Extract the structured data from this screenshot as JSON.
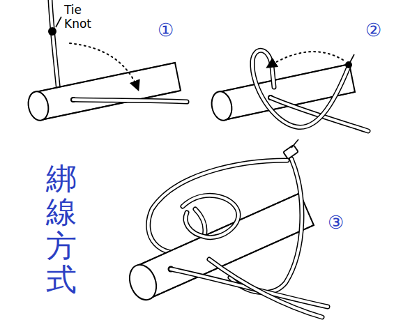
{
  "diagram": {
    "labels": [
      "Tie Knot",
      "①",
      "②",
      "③",
      "綁線方式"
    ]
  }
}
